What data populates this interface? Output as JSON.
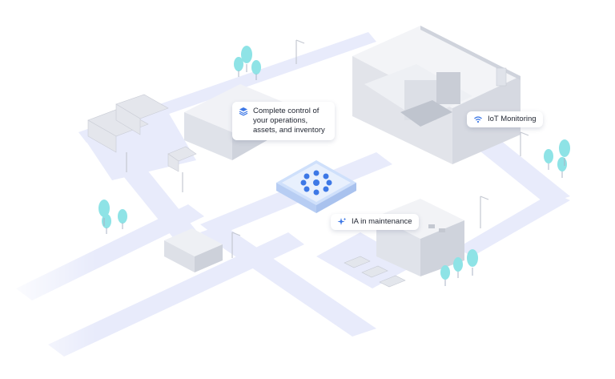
{
  "labels": {
    "control": "Complete control of\nyour operations,\nassets, and inventory",
    "iot": "IoT Monitoring",
    "ia": "IA in maintenance"
  },
  "icons": {
    "control": "layers-icon",
    "iot": "wifi-signal-icon",
    "ia": "sparkle-icon",
    "hub": "network-hub-icon"
  },
  "colors": {
    "road": "#e8ebfb",
    "road_edge": "#dfe3f7",
    "accent": "#3d78e6",
    "tree": "#8ee3e6",
    "building": "#e9ebf0",
    "building_shade": "#d6d9e1"
  }
}
